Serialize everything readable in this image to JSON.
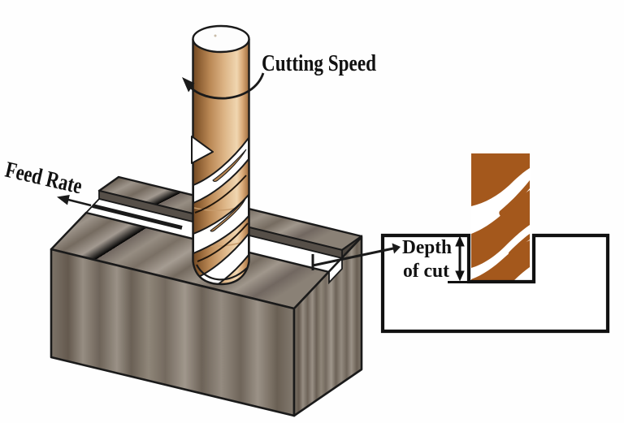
{
  "figure": {
    "type": "milling-process-diagram",
    "labels": {
      "cutting_speed": "Cutting Speed",
      "feed_rate": "Feed Rate",
      "depth_line1": "Depth",
      "depth_line2": "of cut"
    },
    "colors": {
      "background": "#ffffff",
      "outline": "#1a1a1a",
      "tool_copper_dark": "#6f4622",
      "tool_copper_mid": "#c08a55",
      "tool_copper_highlight": "#f0d6b0",
      "detail_tool_brown": "#a4581c",
      "workpiece_light": "#a0978c",
      "workpiece_mid": "#837a6f",
      "workpiece_dark": "#564f48",
      "slot_floor": "#ffffff",
      "label_text": "#111111"
    }
  }
}
